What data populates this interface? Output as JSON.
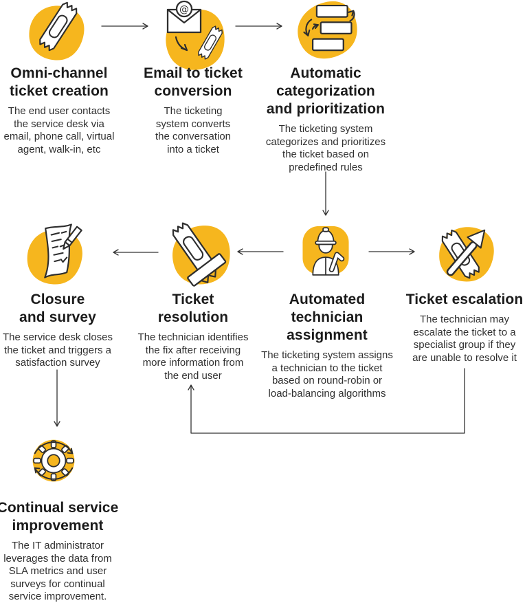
{
  "page": {
    "background": "#ffffff",
    "accent_yellow": "#F6B61E",
    "outline_ink": "#2E2E2E",
    "title_color": "#1B1B1B",
    "text_color": "#303030"
  },
  "steps": {
    "omni_channel": {
      "title": "Omni-channel\nticket creation",
      "description": "The end user contacts\nthe service desk via\nemail, phone call, virtual\nagent, walk-in, etc",
      "icon": "torn-ticket-icon"
    },
    "email_conversion": {
      "title": "Email to ticket\nconversion",
      "description": "The ticketing\nsystem converts\nthe conversation\ninto a ticket",
      "icon": "email-to-ticket-icon"
    },
    "categorization": {
      "title": "Automatic\ncategorization\nand prioritization",
      "description": "The ticketing system\ncategorizes and prioritizes\nthe ticket based on\npredefined rules",
      "icon": "categorize-sort-icon"
    },
    "technician_assignment": {
      "title": "Automated\ntechnician\nassignment",
      "description": "The ticketing system assigns\na technician to the ticket\nbased on round-robin or\nload-balancing algorithms",
      "icon": "technician-icon"
    },
    "escalation": {
      "title": "Ticket escalation",
      "description": "The technician may\nescalate the ticket to a\nspecialist group if they\nare unable to resolve it",
      "icon": "ticket-escalation-icon"
    },
    "resolution": {
      "title": "Ticket\nresolution",
      "description": "The technician identifies\nthe fix after receiving\nmore information from\nthe end user",
      "icon": "ticket-stamp-icon"
    },
    "closure": {
      "title": "Closure\nand survey",
      "description": "The service desk closes\nthe ticket and triggers a\nsatisfaction survey",
      "icon": "survey-checklist-icon"
    },
    "improvement": {
      "title": "Continual service\nimprovement",
      "description": "The IT administrator\nleverages the data from\nSLA metrics and user\nsurveys for continual\nservice improvement.",
      "icon": "gear-cycle-icon"
    }
  }
}
